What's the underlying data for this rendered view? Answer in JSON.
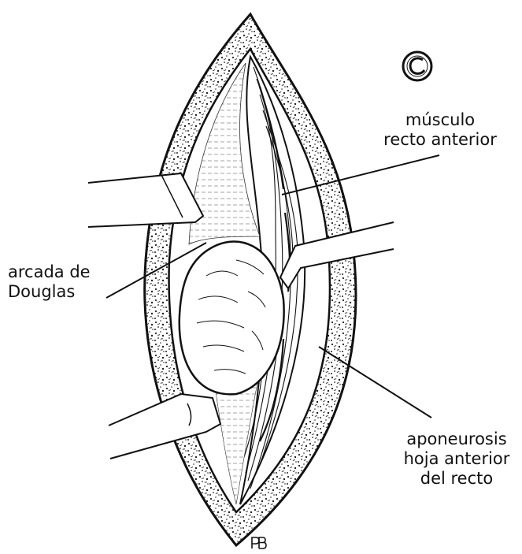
{
  "labels": {
    "musculo_recto": [
      "músculo",
      "recto anterior"
    ],
    "arcada_douglas": [
      "arcada de",
      "Douglas"
    ],
    "aponeurosis": [
      "aponeurosis",
      "hoja anterior",
      "del recto"
    ]
  },
  "logo_text": "C",
  "artist_initials": "PB",
  "colors": {
    "ink": "#111111",
    "paper": "#ffffff"
  }
}
